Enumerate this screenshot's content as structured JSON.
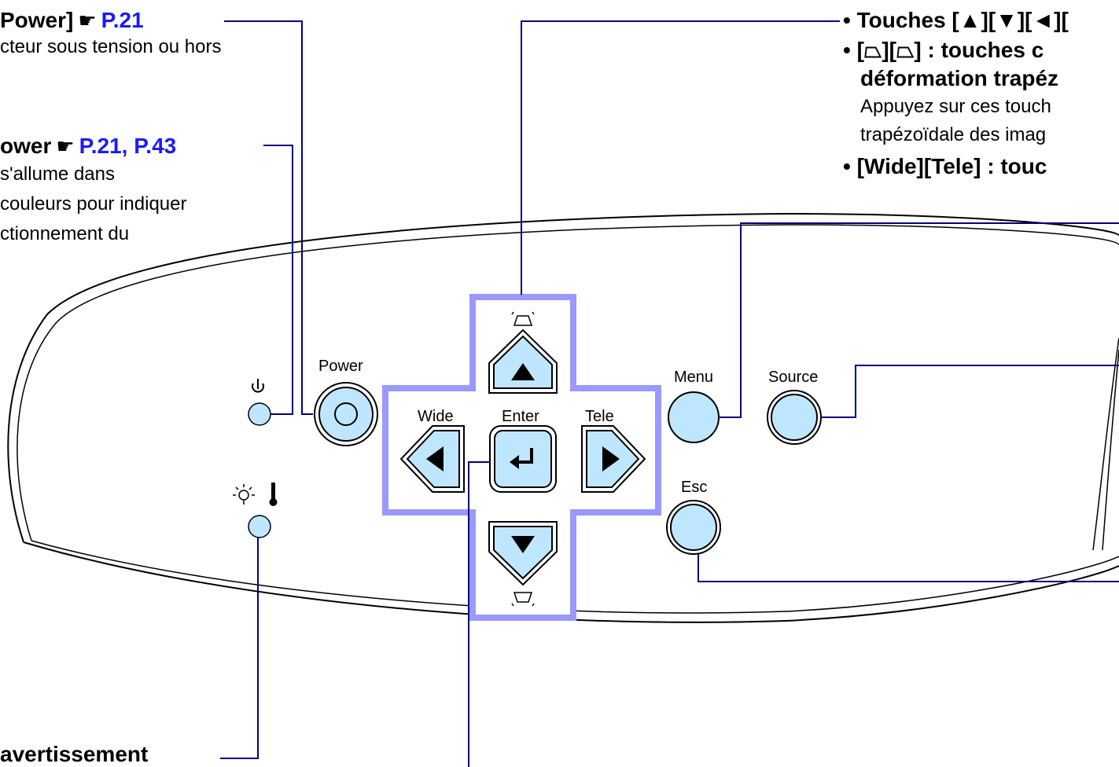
{
  "callouts": {
    "power_button": {
      "title": "Power]",
      "ref": "P.21",
      "desc": "cteur sous tension ou hors"
    },
    "power_indicator": {
      "title": "ower",
      "ref": "P.21, P.43",
      "desc_lines": [
        "s'allume dans",
        "couleurs pour indiquer",
        "ctionnement du"
      ]
    },
    "warning_indicator": {
      "title": "avertissement"
    },
    "arrow_keys": {
      "title": "Touches [▲][▼][◄][",
      "keystone_title_1": "[⏢][⏢] : touches c",
      "keystone_title_2": "déformation trapéz",
      "keystone_desc_1": "Appuyez sur ces touch",
      "keystone_desc_2": "trapézoïdale des imag",
      "wide_tele": "[Wide][Tele] : touc"
    }
  },
  "panel": {
    "labels": {
      "power": "Power",
      "menu": "Menu",
      "source": "Source",
      "esc": "Esc",
      "wide": "Wide",
      "enter": "Enter",
      "tele": "Tele"
    }
  },
  "colors": {
    "button_fill": "#bfe6ff",
    "dpad_frame": "#9999ff",
    "leader_line": "#000080",
    "reference": "#1a1aff"
  }
}
